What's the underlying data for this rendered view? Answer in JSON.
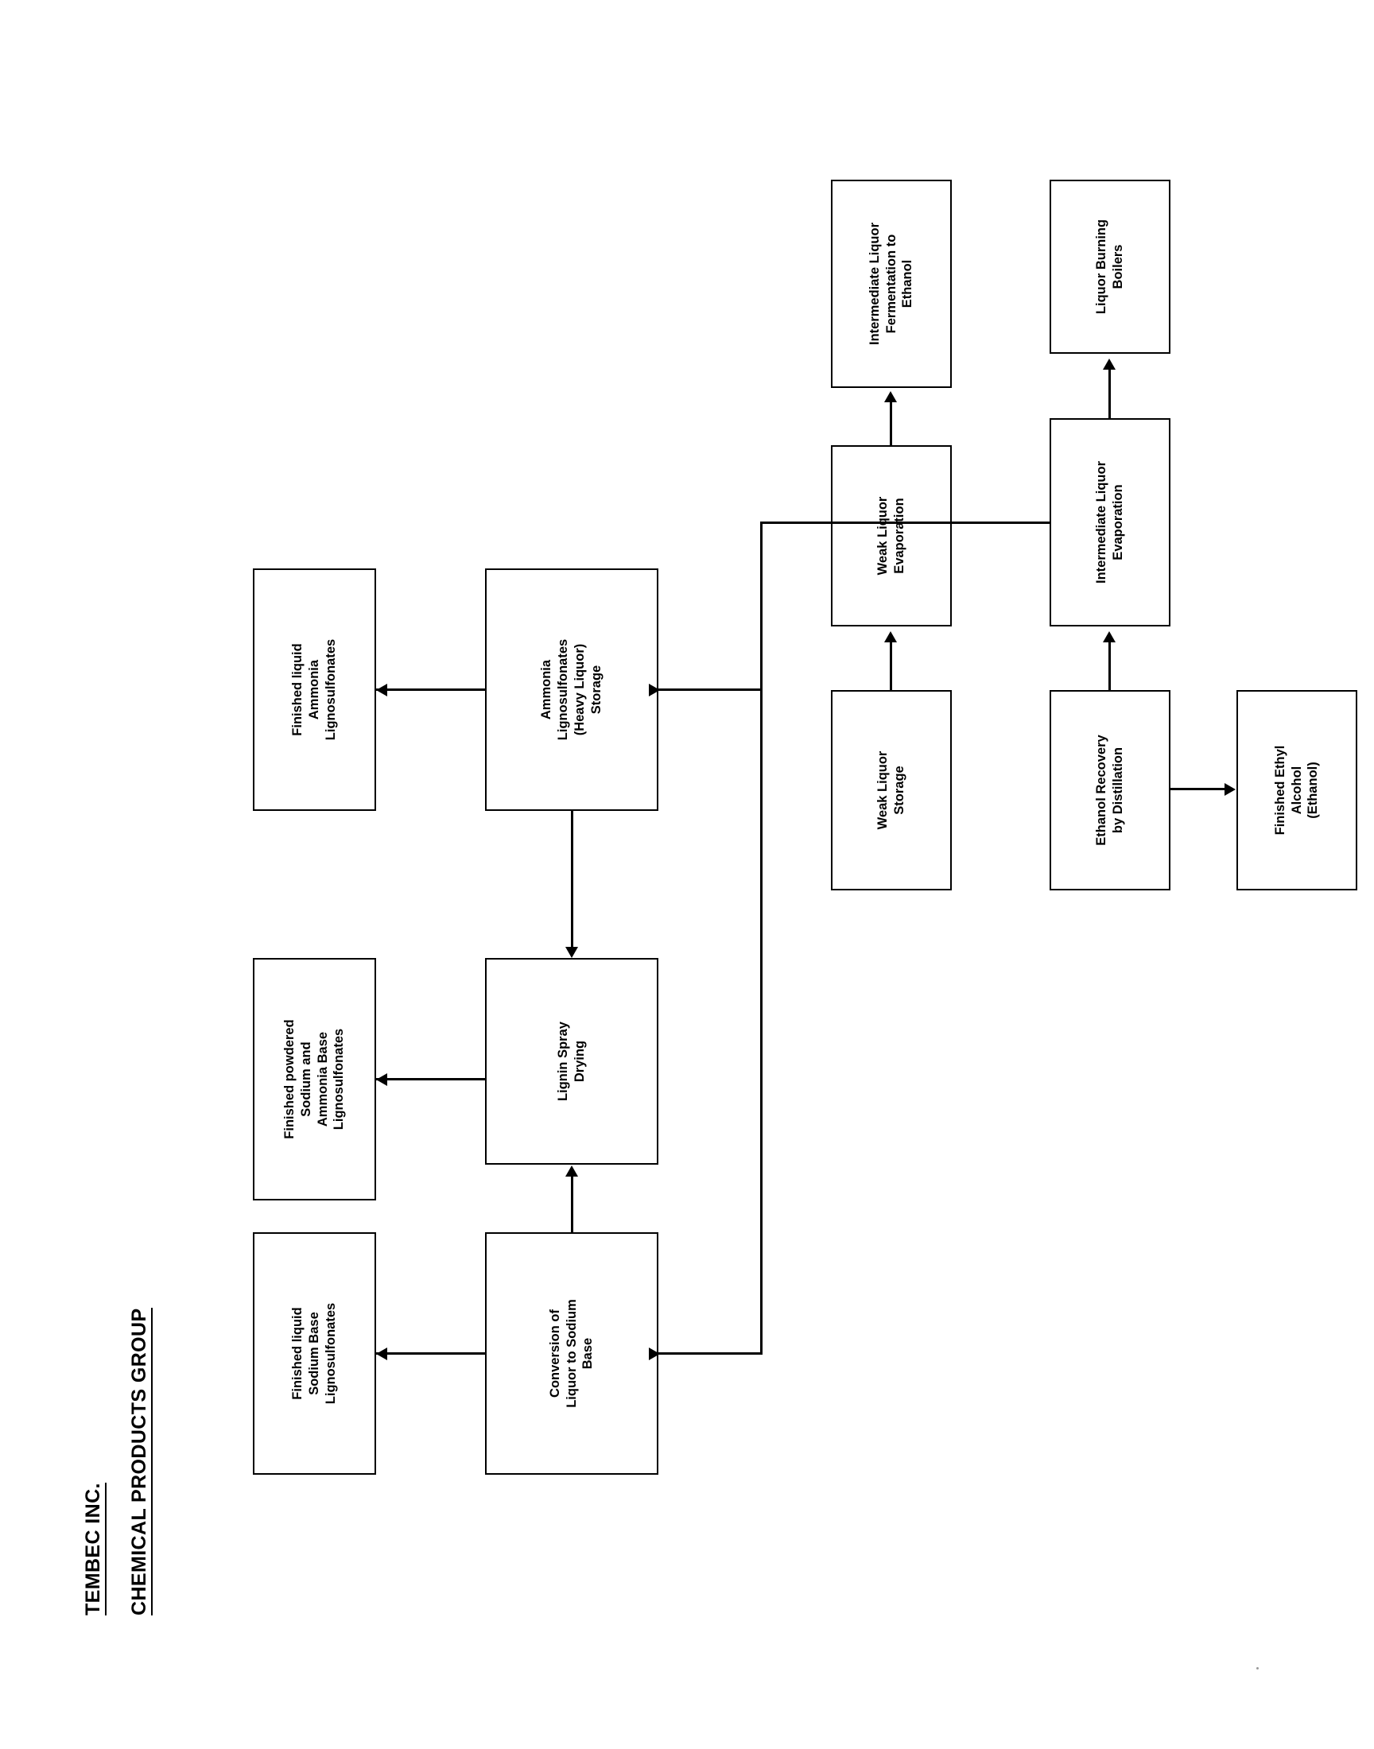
{
  "document": {
    "company_title": "TEMBEC INC.",
    "group_title": "CHEMICAL PRODUCTS GROUP"
  },
  "diagram": {
    "type": "process-flow",
    "orientation": "landscape-rotated-90ccw",
    "nodes": [
      {
        "id": "weak-liquor-storage",
        "label": "Weak Liquor\nStorage",
        "row": "process",
        "order": 1
      },
      {
        "id": "weak-liquor-evaporation",
        "label": "Weak Liquor\nEvaporation",
        "row": "process",
        "order": 2
      },
      {
        "id": "intermediate-liquor-fermentation",
        "label": "Intermediate Liquor\nFermentation to\nEthanol",
        "row": "process",
        "order": 3
      },
      {
        "id": "ethanol-recovery",
        "label": "Ethanol Recovery\nby Distillation",
        "row": "process",
        "order": 4
      },
      {
        "id": "intermediate-liquor-evaporation",
        "label": "Intermediate Liquor\nEvaporation",
        "row": "process",
        "order": 5
      },
      {
        "id": "liquor-burning-boilers",
        "label": "Liquor Burning\nBoilers",
        "row": "process",
        "order": 6
      },
      {
        "id": "finished-ethyl-alcohol",
        "label": "Finished Ethyl\nAlcohol\n(Ethanol)",
        "row": "output-lower",
        "order": 1
      },
      {
        "id": "conversion-to-sodium-base",
        "label": "Conversion of\nLiquor to Sodium\nBase",
        "row": "conversion",
        "order": 1
      },
      {
        "id": "lignin-spray-drying",
        "label": "Lignin Spray\nDrying",
        "row": "conversion",
        "order": 2
      },
      {
        "id": "ammonia-lignosulfonates-storage",
        "label": "Ammonia\nLignosulfonates\n(Heavy Liquor)\nStorage",
        "row": "conversion",
        "order": 3
      },
      {
        "id": "finished-liquid-sodium-base",
        "label": "Finished liquid\nSodium Base\nLignosulfonates",
        "row": "output-upper",
        "order": 1
      },
      {
        "id": "finished-powdered",
        "label": "Finished powdered\nSodium and\nAmmonia Base\nLignosulfonates",
        "row": "output-upper",
        "order": 2
      },
      {
        "id": "finished-liquid-ammonia",
        "label": "Finished liquid\nAmmonia\nLignosulfonates",
        "row": "output-upper",
        "order": 3
      }
    ],
    "edges": [
      {
        "from": "weak-liquor-storage",
        "to": "weak-liquor-evaporation"
      },
      {
        "from": "weak-liquor-evaporation",
        "to": "intermediate-liquor-fermentation"
      },
      {
        "from": "intermediate-liquor-fermentation",
        "to": "ethanol-recovery"
      },
      {
        "from": "ethanol-recovery",
        "to": "intermediate-liquor-evaporation"
      },
      {
        "from": "ethanol-recovery",
        "to": "finished-ethyl-alcohol"
      },
      {
        "from": "intermediate-liquor-evaporation",
        "to": "liquor-burning-boilers"
      },
      {
        "from": "intermediate-liquor-evaporation",
        "to": "conversion-to-sodium-base"
      },
      {
        "from": "intermediate-liquor-evaporation",
        "to": "ammonia-lignosulfonates-storage"
      },
      {
        "from": "conversion-to-sodium-base",
        "to": "finished-liquid-sodium-base"
      },
      {
        "from": "conversion-to-sodium-base",
        "to": "lignin-spray-drying"
      },
      {
        "from": "ammonia-lignosulfonates-storage",
        "to": "lignin-spray-drying"
      },
      {
        "from": "ammonia-lignosulfonates-storage",
        "to": "finished-liquid-ammonia"
      },
      {
        "from": "lignin-spray-drying",
        "to": "finished-powdered"
      }
    ],
    "colors": {
      "stroke": "#000000",
      "fill": "#ffffff",
      "page": "#ffffff"
    }
  }
}
